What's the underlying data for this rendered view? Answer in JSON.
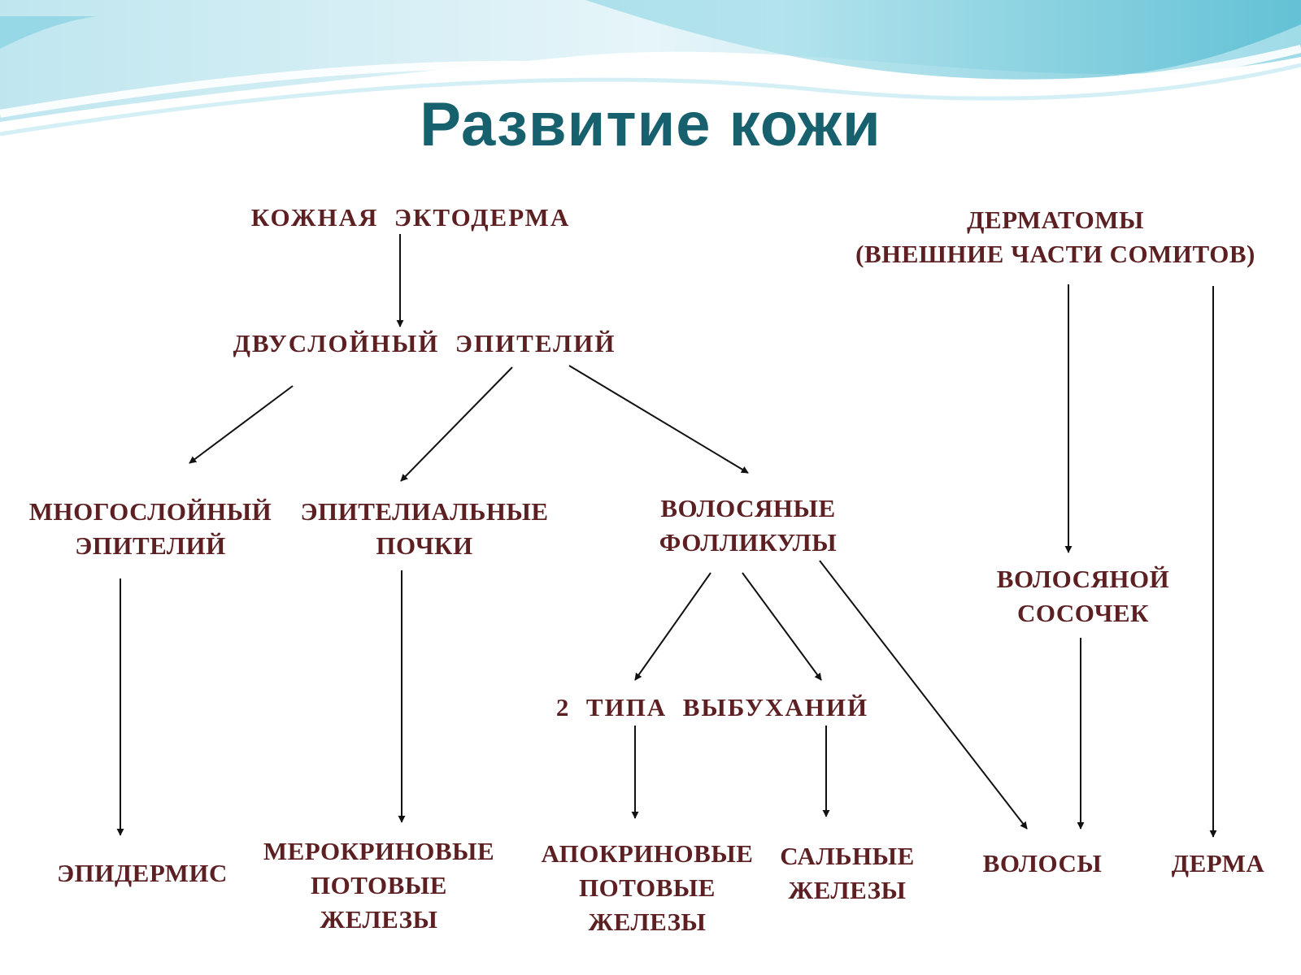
{
  "title": "Развитие кожи",
  "colors": {
    "title": "#17606e",
    "node_text": "#5c1f22",
    "arrow": "#111111",
    "banner_light": "#d4eef4",
    "banner_mid": "#8fd3e2",
    "banner_dark": "#45b3cc"
  },
  "nodes": {
    "skin_ectoderm": "КОЖНАЯ  ЭКТОДЕРМА",
    "dermatomes": "ДЕРМАТОМЫ\n(ВНЕШНИЕ ЧАСТИ СОМИТОВ)",
    "bilayer_epithelium": "ДВУСЛОЙНЫЙ  ЭПИТЕЛИЙ",
    "stratified_epithelium": "МНОГОСЛОЙНЫЙ\nЭПИТЕЛИЙ",
    "epithelial_buds": "ЭПИТЕЛИАЛЬНЫЕ\nПОЧКИ",
    "hair_follicles": "ВОЛОСЯНЫЕ\nФОЛЛИКУЛЫ",
    "hair_papilla": "ВОЛОСЯНОЙ\nСОСОЧЕК",
    "two_types_bulges": "2  ТИПА  ВЫБУХАНИЙ",
    "epidermis": "ЭПИДЕРМИС",
    "merocrine_glands": "МЕРОКРИНОВЫЕ\nПОТОВЫЕ\nЖЕЛЕЗЫ",
    "apocrine_glands": "АПОКРИНОВЫЕ\nПОТОВЫЕ\nЖЕЛЕЗЫ",
    "sebaceous_glands": "САЛЬНЫЕ\nЖЕЛЕЗЫ",
    "hair": "ВОЛОСЫ",
    "dermis": "ДЕРМА"
  }
}
